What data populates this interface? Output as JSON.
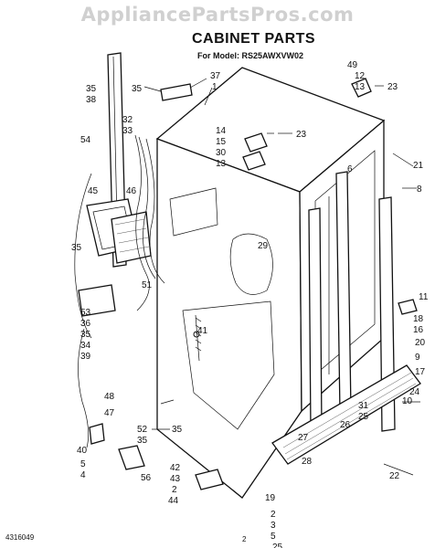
{
  "watermark": "AppliancePartsPros.com",
  "title": "CABINET PARTS",
  "model_line": "For Model: RS25AWXVW02",
  "footer": {
    "doc_number": "4316049",
    "page": "2"
  },
  "labels": {
    "l35a": "35",
    "l38": "38",
    "l35b": "35",
    "l37": "37",
    "l1": "1",
    "l32": "32",
    "l33": "33",
    "l54": "54",
    "l45": "45",
    "l46": "46",
    "l35c": "35",
    "l51": "51",
    "l53": "53",
    "l36": "36",
    "l35d": "35",
    "l34": "34",
    "l39": "39",
    "l41": "41",
    "l48": "48",
    "l47": "47",
    "l40": "40",
    "l5a": "5",
    "l4a": "4",
    "l52": "52",
    "l35e": "35",
    "l35f": "35",
    "l56": "56",
    "l42": "42",
    "l43": "43",
    "l44": "44",
    "l2a": "2",
    "l14": "14",
    "l15": "15",
    "l30": "30",
    "l13a": "13",
    "l23a": "23",
    "l29": "29",
    "l6": "6",
    "l49": "49",
    "l12": "12",
    "l13b": "13",
    "l23b": "23",
    "l21": "21",
    "l8": "8",
    "l11": "11",
    "l18": "18",
    "l16": "16",
    "l20": "20",
    "l24": "24",
    "l31": "31",
    "l25a": "25",
    "l10": "10",
    "l27": "27",
    "l26": "26",
    "l28": "28",
    "l19": "19",
    "l2b": "2",
    "l3": "3",
    "l5b": "5",
    "l25b": "25",
    "l22": "22",
    "l9": "9",
    "l17": "17"
  }
}
